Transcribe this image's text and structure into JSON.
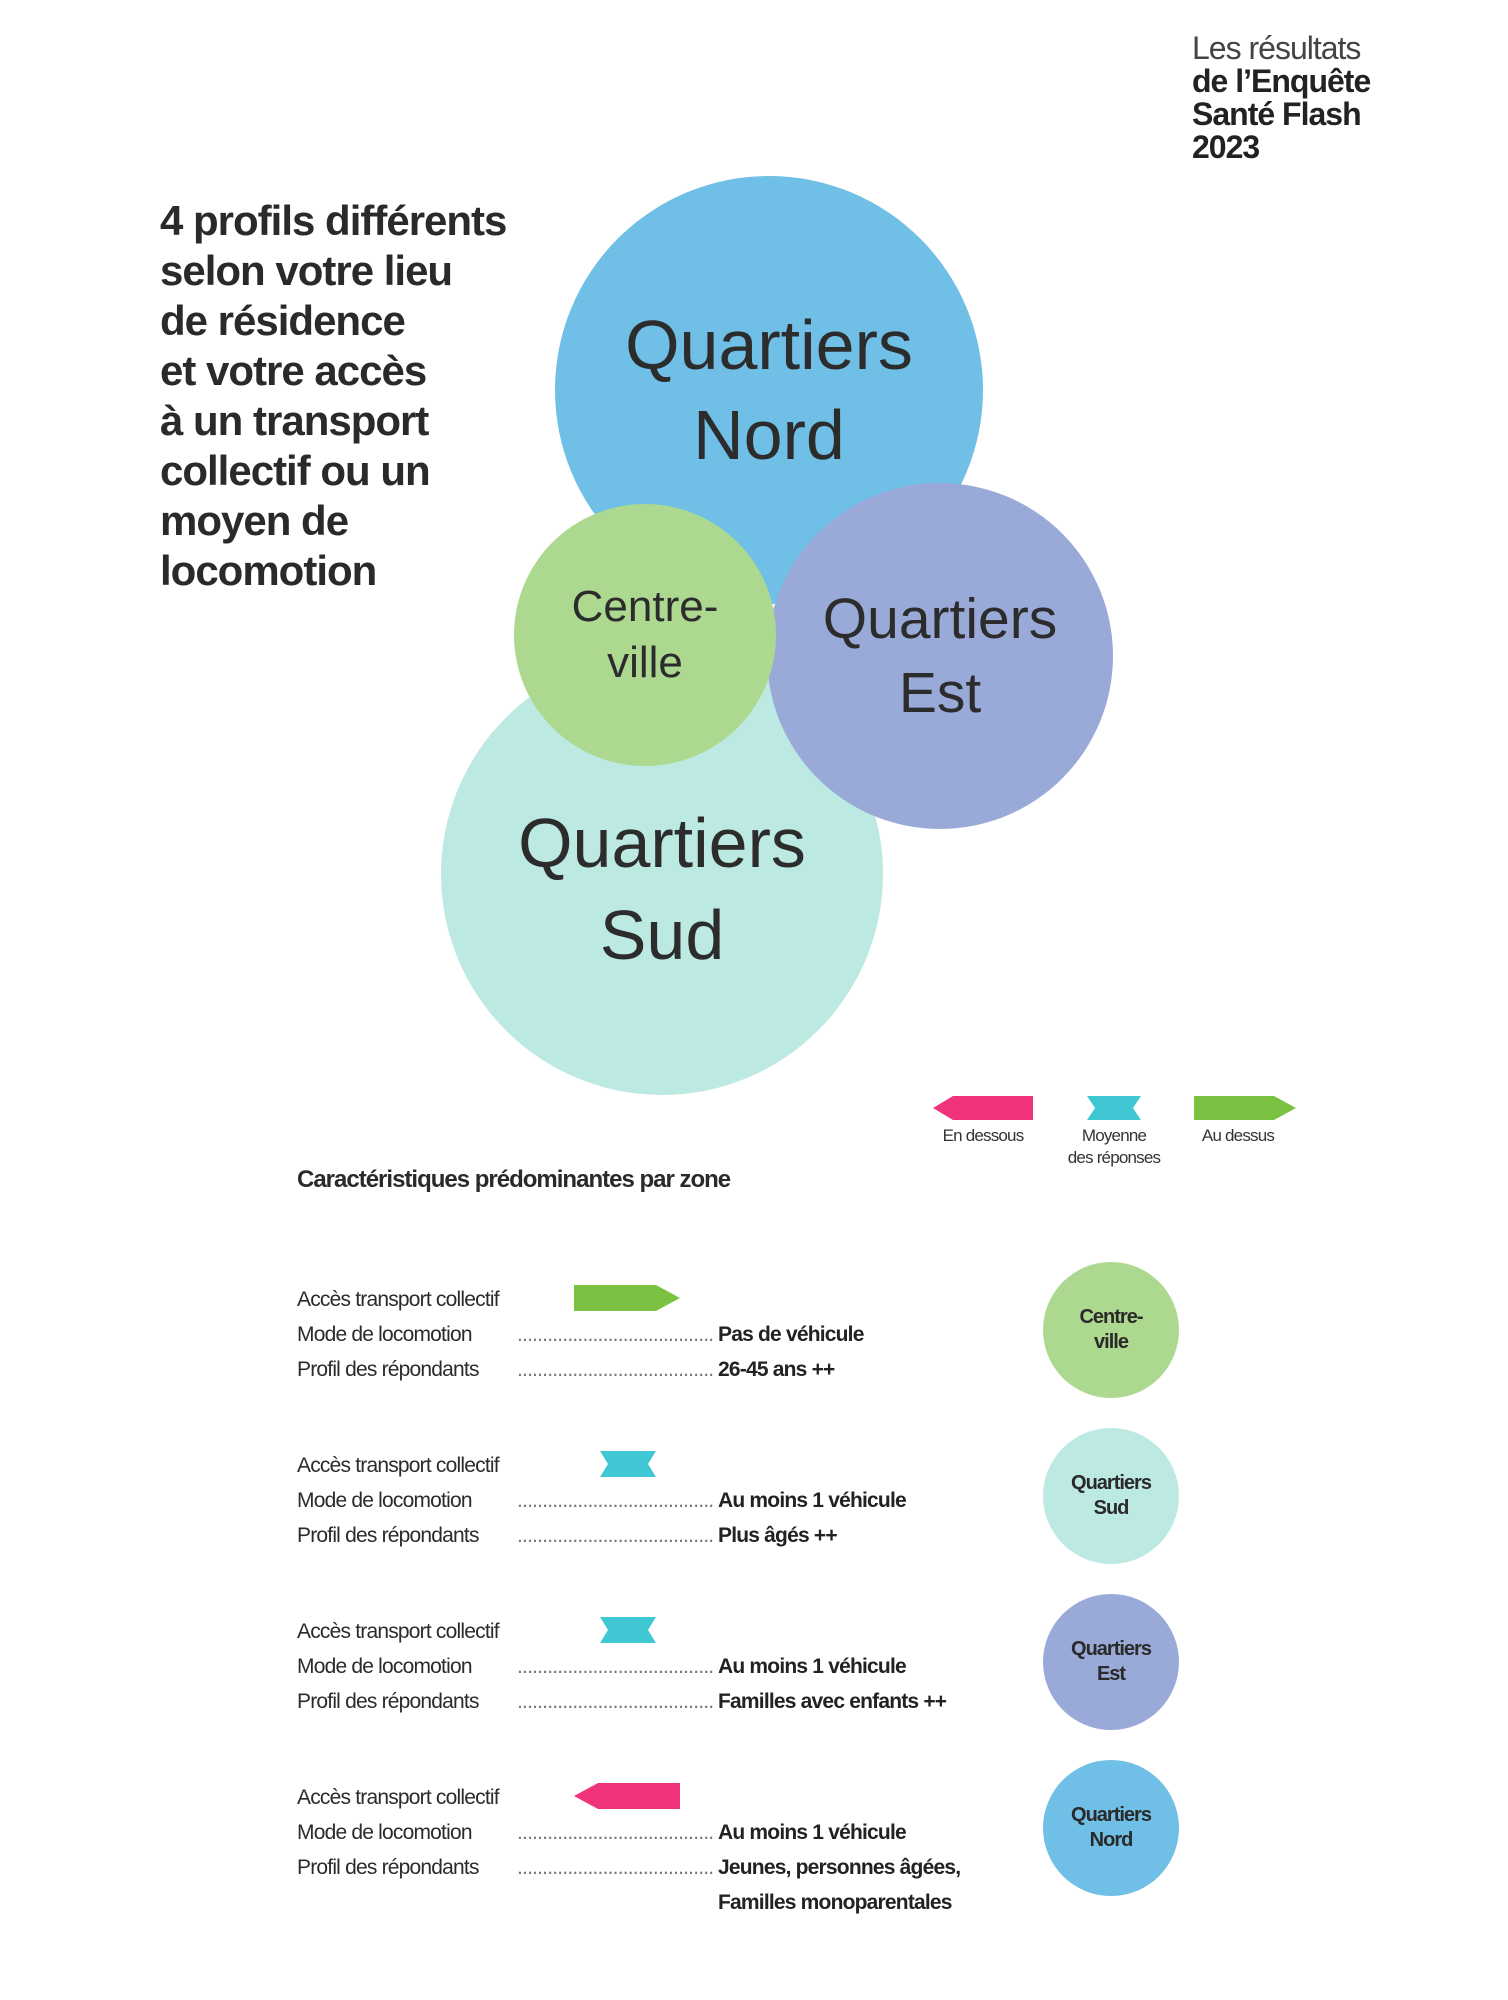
{
  "header": {
    "line1": "Les résultats",
    "line2": "de l’Enquête",
    "line3": "Santé Flash",
    "line4": "2023"
  },
  "title": [
    "4 profils différents",
    "selon votre lieu",
    "de résidence",
    "et votre accès",
    "à un transport",
    "collectif ou un",
    "moyen de",
    "locomotion"
  ],
  "zones": {
    "nord": {
      "l1": "Quartiers",
      "l2": "Nord",
      "color": "#6fbfe6"
    },
    "est": {
      "l1": "Quartiers",
      "l2": "Est",
      "color": "#9aaad8"
    },
    "centre": {
      "l1": "Centre-",
      "l2": "ville",
      "color": "#acd98f"
    },
    "sud": {
      "l1": "Quartiers",
      "l2": "Sud",
      "color": "#bde9e3"
    }
  },
  "legend": {
    "below": "En dessous",
    "average_1": "Moyenne",
    "average_2": "des réponses",
    "above": "Au dessus",
    "colors": {
      "below": "#f0337a",
      "average": "#3fc8d4",
      "above": "#7cc242"
    }
  },
  "heading": "Caractéristiques prédominantes par zone",
  "labels": {
    "access": "Accès transport collectif",
    "mode": "Mode de locomotion",
    "profile": "Profil des répondants",
    "dots": "......................................................................................"
  },
  "rows": [
    {
      "access": "above",
      "mode": "Pas de véhicule",
      "profile": "26-45 ans ++",
      "zone1": "Centre-",
      "zone2": "ville"
    },
    {
      "access": "average",
      "mode": "Au moins 1 véhicule",
      "profile": "Plus âgés ++",
      "zone1": "Quartiers",
      "zone2": "Sud"
    },
    {
      "access": "average",
      "mode": "Au moins 1 véhicule",
      "profile": "Familles avec enfants ++",
      "zone1": "Quartiers",
      "zone2": "Est"
    },
    {
      "access": "below",
      "mode": "Au moins 1 véhicule",
      "profile": "Jeunes, personnes âgées,",
      "profile2": "Familles monoparentales",
      "zone1": "Quartiers",
      "zone2": "Nord"
    }
  ]
}
